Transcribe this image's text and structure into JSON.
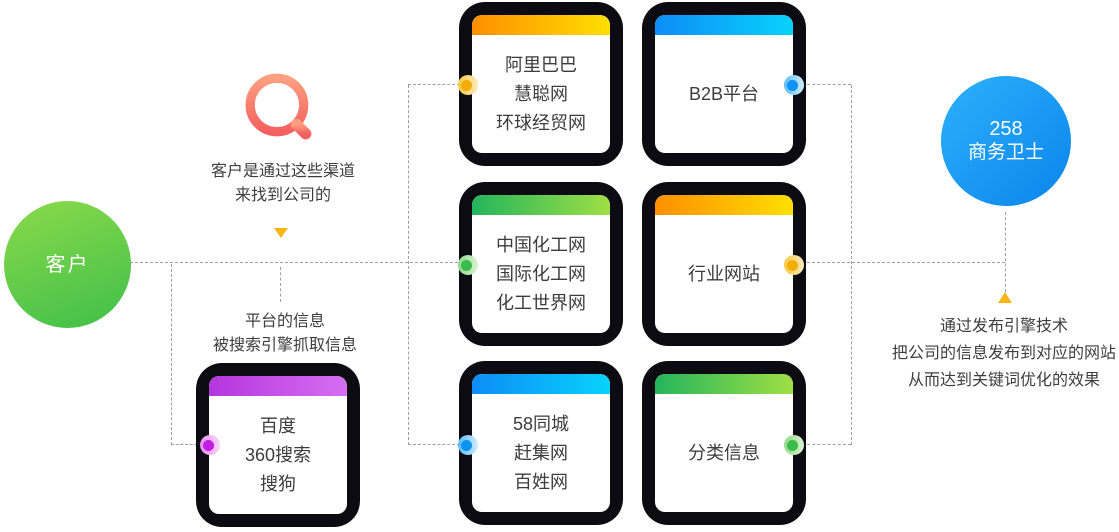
{
  "colors": {
    "dash": "#9f9f9f",
    "halo": "#0b0b11",
    "card_text": "#3c3c3c",
    "note_text": "#3e3e3e",
    "triangle": "#fcb414",
    "customer_gradient": {
      "from": "#8bda4b",
      "to": "#3fbf49",
      "angle": 160
    },
    "service_gradient": {
      "from": "#2cb1fc",
      "to": "#0b84ec",
      "angle": 135
    },
    "search_icon_gradient": {
      "from": "#fe9f80",
      "to": "#f4605f"
    }
  },
  "customer": {
    "label": "客户"
  },
  "service": {
    "line1": "258",
    "line2": "商务卫士"
  },
  "notes": {
    "channel": {
      "line1": "客户是通过这些渠道",
      "line2": "来找到公司的"
    },
    "platform": {
      "line1": "平台的信息",
      "line2": "被搜索引擎抓取信息"
    },
    "publish": {
      "line1": "通过发布引擎技术",
      "line2": "把公司的信息发布到对应的网站",
      "line3": "从而达到关键词优化的效果"
    }
  },
  "cards": {
    "search_engines": {
      "lines": [
        "百度",
        "360搜索",
        "搜狗"
      ],
      "header": {
        "from": "#b436dd",
        "to": "#d76ef2",
        "angle": 90
      }
    },
    "b2b_sites": {
      "lines": [
        "阿里巴巴",
        "慧聪网",
        "环球经贸网"
      ],
      "header": {
        "from": "#ff8f00",
        "to": "#ffdf00",
        "angle": 90
      }
    },
    "b2b_category": {
      "lines": [
        "B2B平台"
      ],
      "header": {
        "from": "#0d8df6",
        "to": "#08d2fc",
        "angle": 90
      }
    },
    "industry_sites": {
      "lines": [
        "中国化工网",
        "国际化工网",
        "化工世界网"
      ],
      "header": {
        "from": "#24b55c",
        "to": "#9fdf44",
        "angle": 90
      }
    },
    "industry_category": {
      "lines": [
        "行业网站"
      ],
      "header": {
        "from": "#ff8f00",
        "to": "#ffdf00",
        "angle": 90
      }
    },
    "classified_sites": {
      "lines": [
        "58同城",
        "赶集网",
        "百姓网"
      ],
      "header": {
        "from": "#0d8df6",
        "to": "#08d2fc",
        "angle": 90
      }
    },
    "classified_category": {
      "lines": [
        "分类信息"
      ],
      "header": {
        "from": "#24b55c",
        "to": "#9fdf44",
        "angle": 90
      }
    }
  },
  "dots": {
    "yellow": {
      "outer": {
        "from": "#f8ca41",
        "to": "#fbe9bd",
        "angle": 90
      },
      "inner": "#f2ae07"
    },
    "green": {
      "outer": {
        "from": "#8cd98c",
        "to": "#dbf2d2",
        "angle": 90
      },
      "inner": "#3bbb49"
    },
    "blue": {
      "outer": {
        "from": "#57bbf7",
        "to": "#d3ecfd",
        "angle": 90
      },
      "inner": "#0d93f2"
    },
    "magenta": {
      "outer": {
        "from": "#e78df2",
        "to": "#f8d7fb",
        "angle": 90
      },
      "inner": "#c31de3"
    }
  }
}
